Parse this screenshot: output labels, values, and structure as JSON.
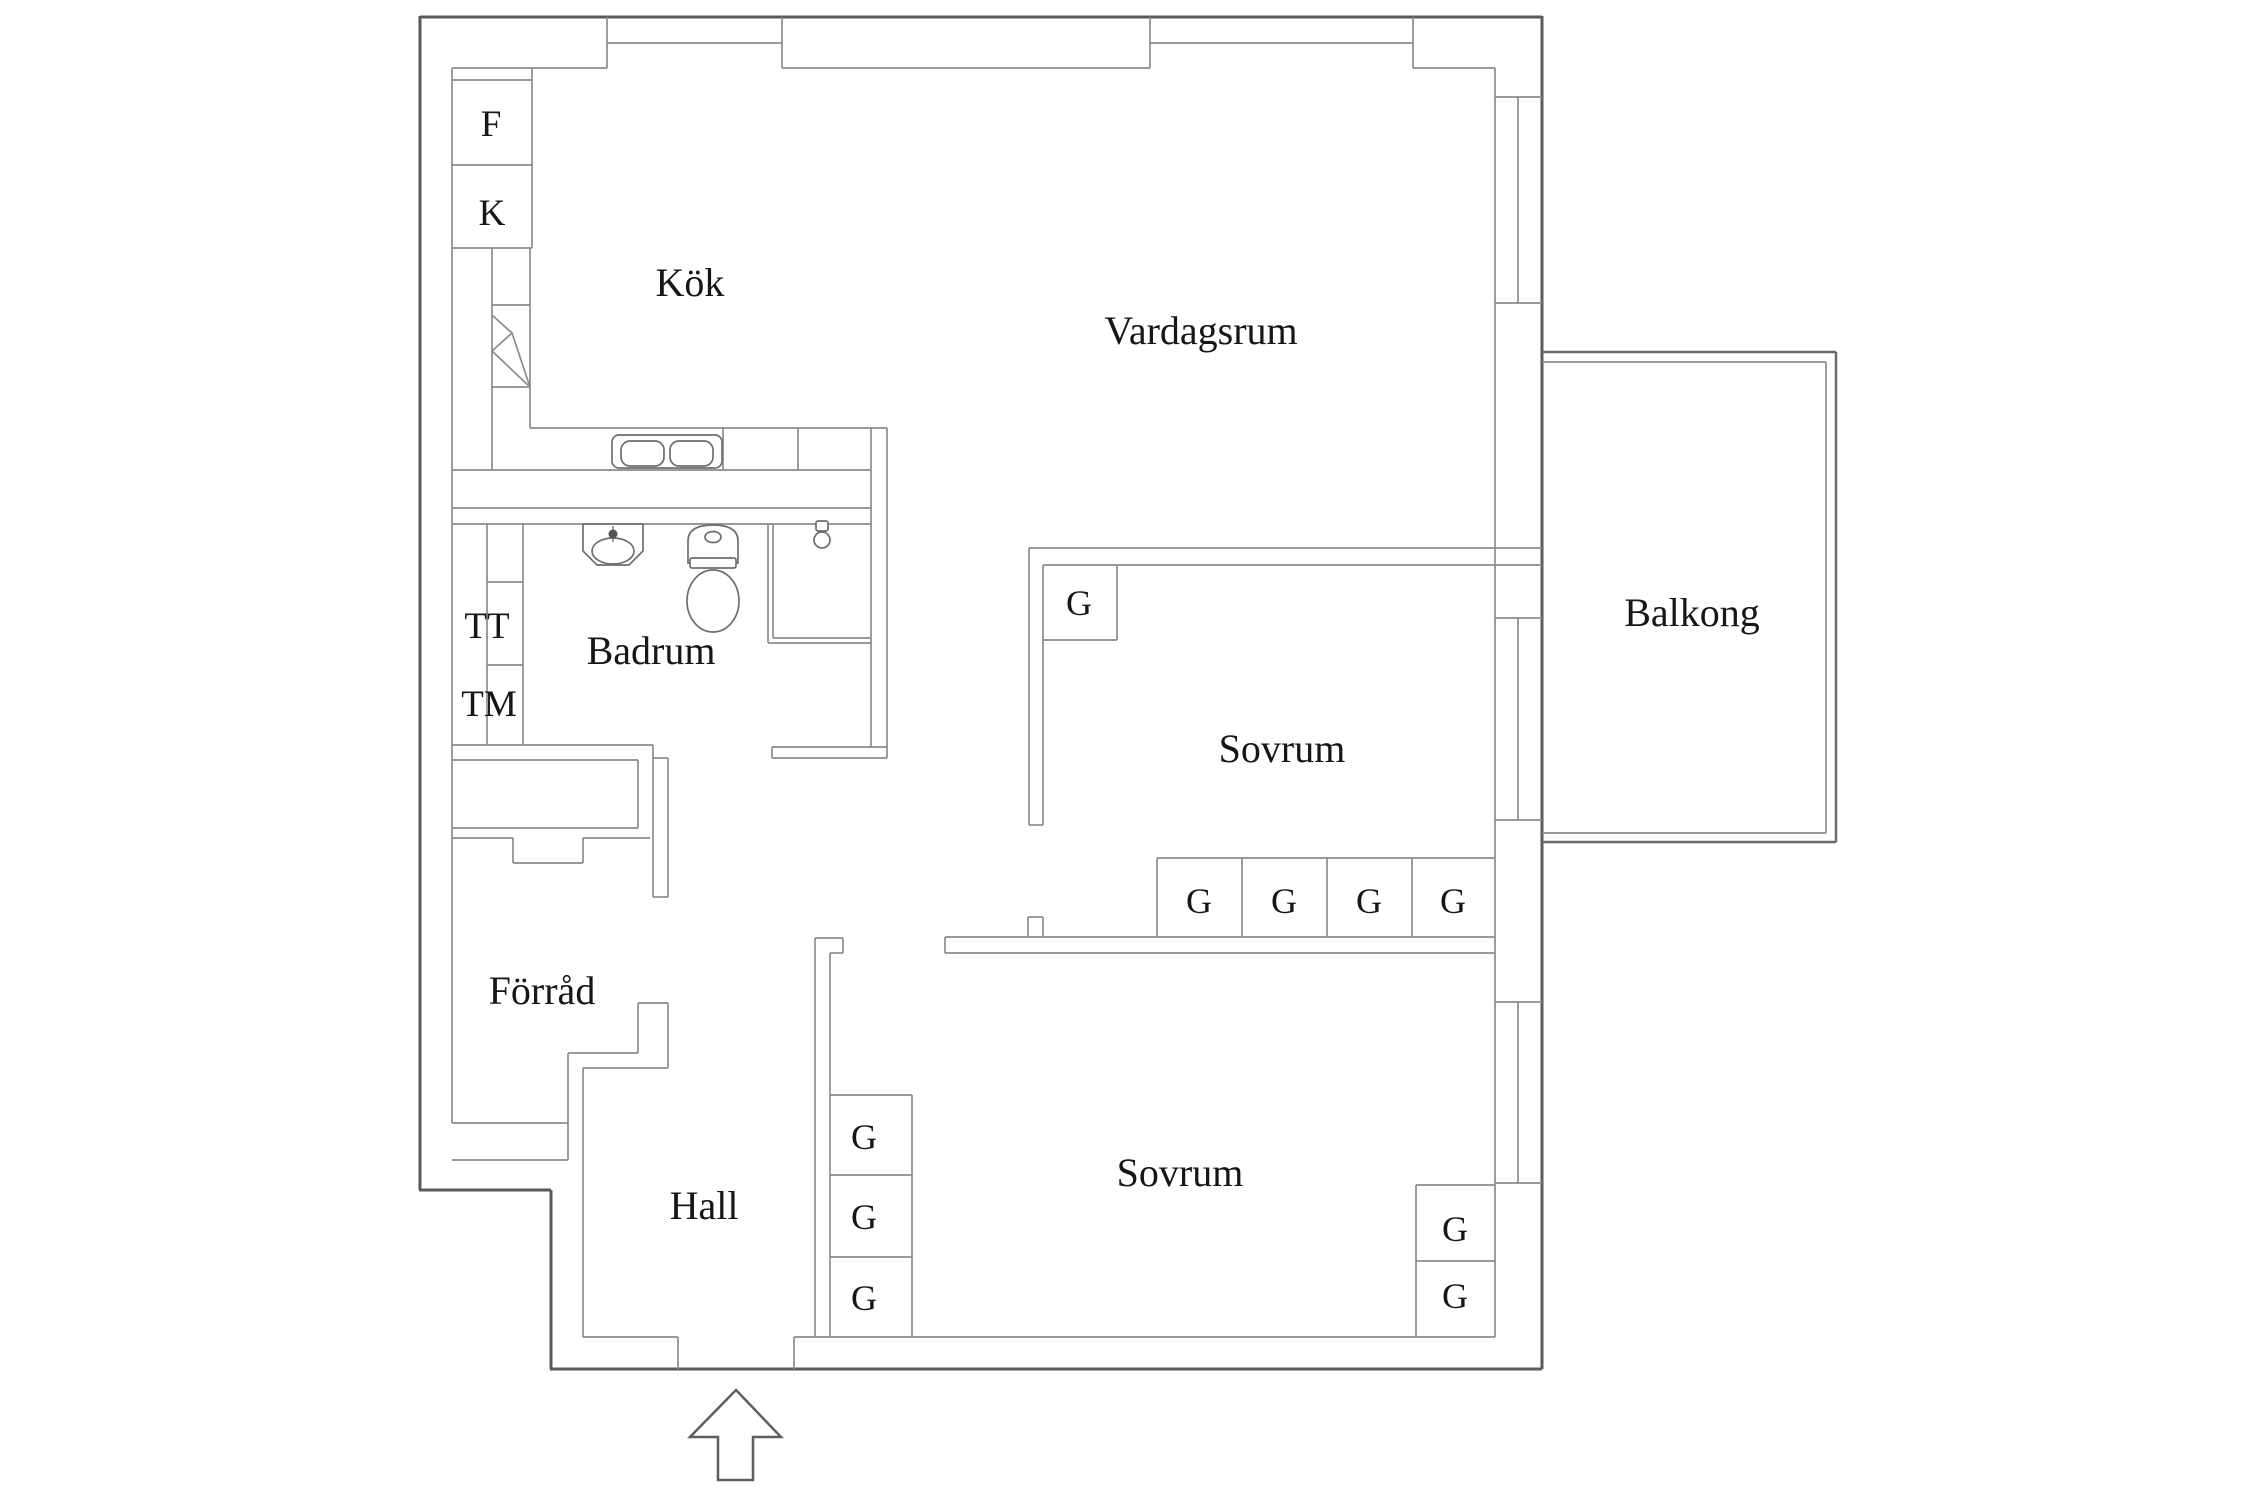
{
  "plan": {
    "rooms": {
      "kok": {
        "label": "Kök"
      },
      "vardagsrum": {
        "label": "Vardagsrum"
      },
      "balkong": {
        "label": "Balkong"
      },
      "badrum": {
        "label": "Badrum"
      },
      "sovrum1": {
        "label": "Sovrum"
      },
      "sovrum2": {
        "label": "Sovrum"
      },
      "forrad": {
        "label": "Förråd"
      },
      "hall": {
        "label": "Hall"
      }
    },
    "appliances": {
      "fridge": "F",
      "freezer": "K",
      "dryer": "TT",
      "washer": "TM",
      "wardrobe": "G"
    },
    "icons": {
      "entrance_arrow": "entrance-arrow-icon",
      "sink": "sink-icon",
      "toilet": "toilet-icon",
      "shower": "shower-icon",
      "kitchen_sink": "kitchen-sink-icon"
    },
    "colors": {
      "wall_outer": "#5a5a5a",
      "wall_inner": "#8c8c8c",
      "text": "#161616",
      "background": "#ffffff"
    }
  }
}
